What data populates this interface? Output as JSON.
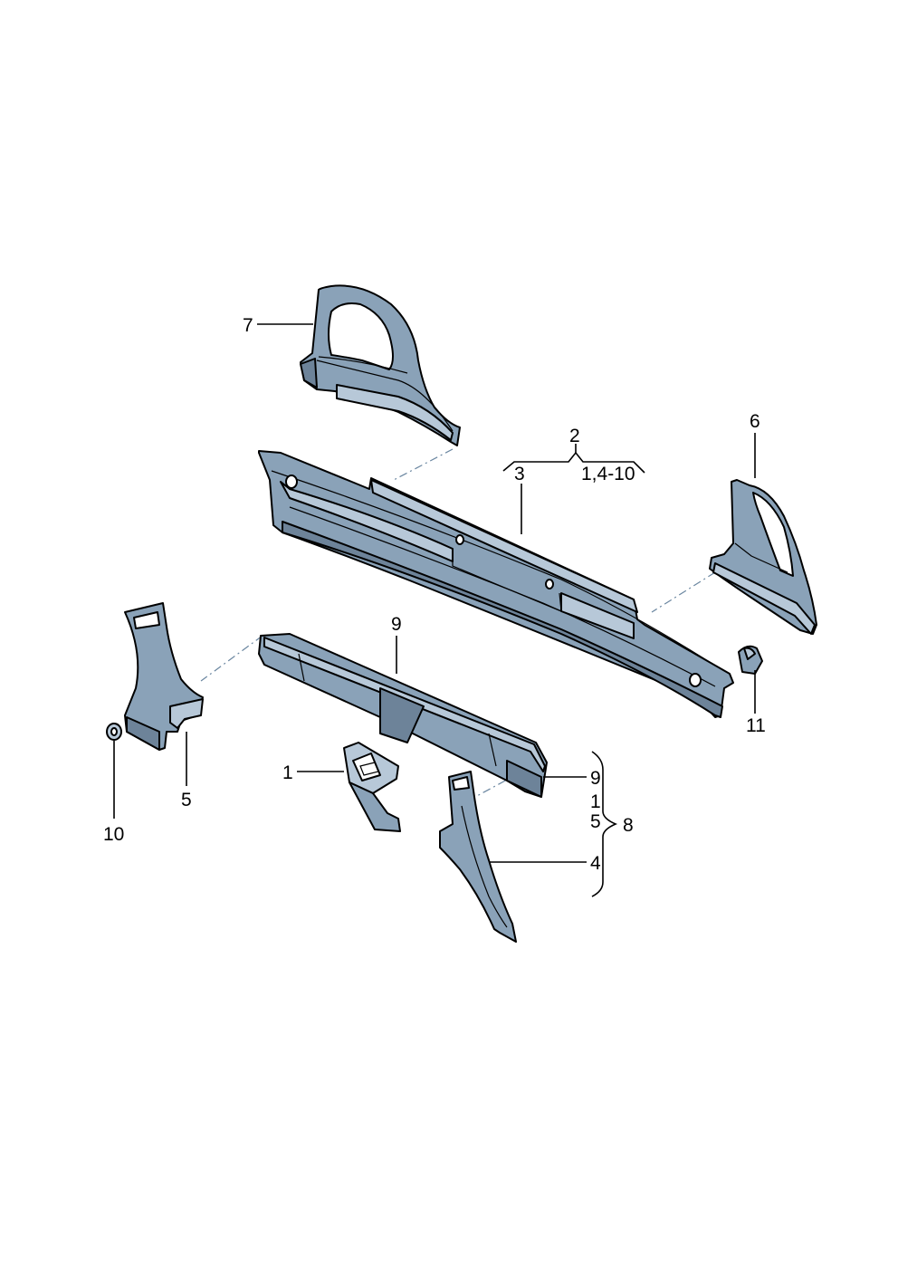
{
  "colors": {
    "part_fill": "#8aa2b8",
    "part_dark": "#6d8399",
    "part_light": "#b7c8d8",
    "outline": "#000000",
    "assembly_line": "#6a86a0"
  },
  "callouts": {
    "c7": "7",
    "c2": "2",
    "c3": "3",
    "c1_4_10": "1,4-10",
    "c6": "6",
    "c9_top": "9",
    "c11": "11",
    "c5_left": "5",
    "c10": "10",
    "c1_left": "1",
    "c9_right": "9",
    "c1_right": "1",
    "c5_right": "5",
    "c8": "8",
    "c4": "4"
  }
}
